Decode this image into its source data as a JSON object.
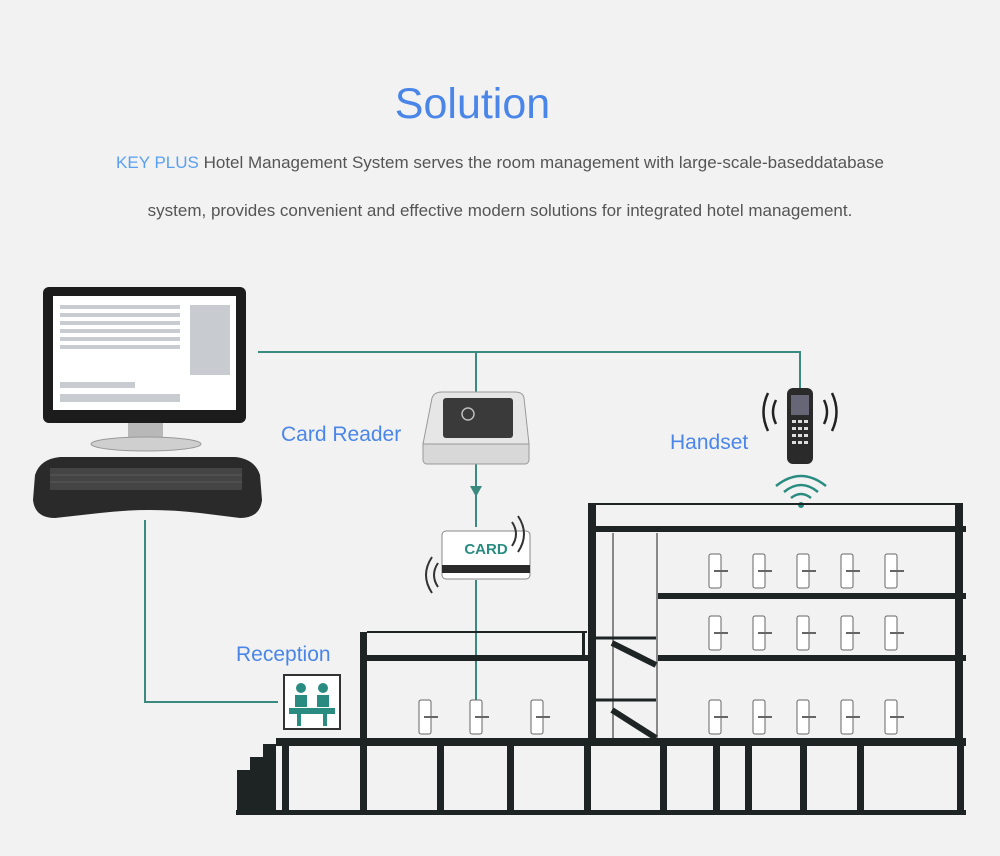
{
  "heading": "Solution",
  "intro": {
    "brand": "KEY PLUS",
    "line1_rest": " Hotel Management System serves the room management with large-scale-baseddatabase",
    "line2": "system, provides convenient and effective modern solutions for integrated hotel management."
  },
  "labels": {
    "card_reader": "Card Reader",
    "handset": "Handset",
    "reception": "Reception",
    "card": "CARD"
  },
  "colors": {
    "accent": "#4a86e8",
    "connector": "#3a8a80",
    "building": "#1e2424",
    "card_text": "#2a8c80"
  },
  "icons": [
    "computer-monitor-icon",
    "keyboard-icon",
    "card-reader-icon",
    "handset-icon",
    "card-icon",
    "reception-icon",
    "wifi-signal-icon",
    "door-lock-icon"
  ]
}
